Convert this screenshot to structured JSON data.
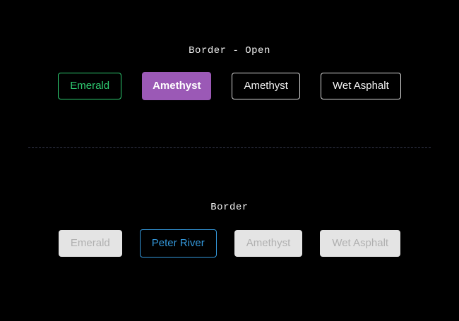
{
  "page": {
    "background": "#000000"
  },
  "sections": [
    {
      "title": "Border - Open",
      "buttons": [
        {
          "label": "Emerald",
          "variant": "outline-emerald"
        },
        {
          "label": "Amethyst",
          "variant": "filled-amethyst"
        },
        {
          "label": "Amethyst",
          "variant": "outline-white"
        },
        {
          "label": "Wet Asphalt",
          "variant": "outline-white"
        }
      ]
    },
    {
      "title": "Border",
      "buttons": [
        {
          "label": "Emerald",
          "variant": "disabled"
        },
        {
          "label": "Peter River",
          "variant": "outline-peter-river"
        },
        {
          "label": "Amethyst",
          "variant": "disabled"
        },
        {
          "label": "Wet Asphalt",
          "variant": "disabled"
        }
      ]
    }
  ],
  "colors": {
    "emerald": "#2ecc71",
    "amethyst": "#9b59b6",
    "peter_river": "#3498db",
    "outline_white": "#d9d9d9",
    "disabled_background": "#e4e4e4",
    "disabled_text": "#b0b0b0",
    "divider": "#363a4e",
    "title_text": "#f2f2f2",
    "page_background": "#000000"
  }
}
